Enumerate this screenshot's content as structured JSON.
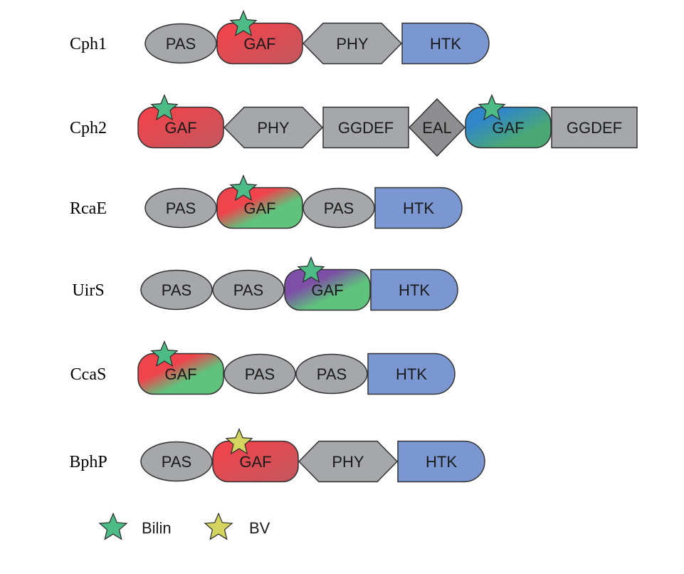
{
  "colors": {
    "grey": "#a6a7aa",
    "blue": "#7b97d2",
    "red": "#ef444c",
    "red_end": "#c2575e",
    "green": "#5fc27d",
    "teal": "#2f86c9",
    "teal_end": "#4ba874",
    "purple": "#7d4fa6",
    "eal": "#8e8e90",
    "bilin_star": "#4dbb86",
    "bv_star": "#d3d560"
  },
  "proteins": [
    {
      "name": "Cph1",
      "domains": [
        {
          "label": "PAS",
          "shape": "ellipse",
          "fill": "grey"
        },
        {
          "label": "GAF",
          "shape": "rounded",
          "fill": "red-red",
          "star": "bilin"
        },
        {
          "label": "PHY",
          "shape": "hexagon",
          "fill": "grey"
        },
        {
          "label": "HTK",
          "shape": "halfround",
          "fill": "blue"
        }
      ]
    },
    {
      "name": "Cph2",
      "domains": [
        {
          "label": "GAF",
          "shape": "rounded",
          "fill": "red-red",
          "star": "bilin"
        },
        {
          "label": "PHY",
          "shape": "hexagon",
          "fill": "grey"
        },
        {
          "label": "GGDEF",
          "shape": "rect",
          "fill": "grey"
        },
        {
          "label": "EAL",
          "shape": "diamond",
          "fill": "eal"
        },
        {
          "label": "GAF",
          "shape": "rounded",
          "fill": "teal-green",
          "star": "bilin"
        },
        {
          "label": "GGDEF",
          "shape": "rect",
          "fill": "grey"
        }
      ]
    },
    {
      "name": "RcaE",
      "domains": [
        {
          "label": "PAS",
          "shape": "ellipse",
          "fill": "grey"
        },
        {
          "label": "GAF",
          "shape": "rounded",
          "fill": "red-green",
          "star": "bilin"
        },
        {
          "label": "PAS",
          "shape": "ellipse",
          "fill": "grey"
        },
        {
          "label": "HTK",
          "shape": "halfround",
          "fill": "blue"
        }
      ]
    },
    {
      "name": "UirS",
      "domains": [
        {
          "label": "PAS",
          "shape": "ellipse",
          "fill": "grey"
        },
        {
          "label": "PAS",
          "shape": "ellipse",
          "fill": "grey"
        },
        {
          "label": "GAF",
          "shape": "rounded",
          "fill": "purple-green",
          "star": "bilin"
        },
        {
          "label": "HTK",
          "shape": "halfround",
          "fill": "blue"
        }
      ]
    },
    {
      "name": "CcaS",
      "domains": [
        {
          "label": "GAF",
          "shape": "rounded",
          "fill": "red-green",
          "star": "bilin"
        },
        {
          "label": "PAS",
          "shape": "ellipse",
          "fill": "grey"
        },
        {
          "label": "PAS",
          "shape": "ellipse",
          "fill": "grey"
        },
        {
          "label": "HTK",
          "shape": "halfround",
          "fill": "blue"
        }
      ]
    },
    {
      "name": "BphP",
      "domains": [
        {
          "label": "PAS",
          "shape": "ellipse",
          "fill": "grey"
        },
        {
          "label": "GAF",
          "shape": "rounded",
          "fill": "red-red",
          "star": "bv"
        },
        {
          "label": "PHY",
          "shape": "hexagon",
          "fill": "grey"
        },
        {
          "label": "HTK",
          "shape": "halfround",
          "fill": "blue"
        }
      ]
    }
  ],
  "legend": [
    {
      "key": "bilin",
      "label": "Bilin"
    },
    {
      "key": "bv",
      "label": "BV"
    }
  ]
}
